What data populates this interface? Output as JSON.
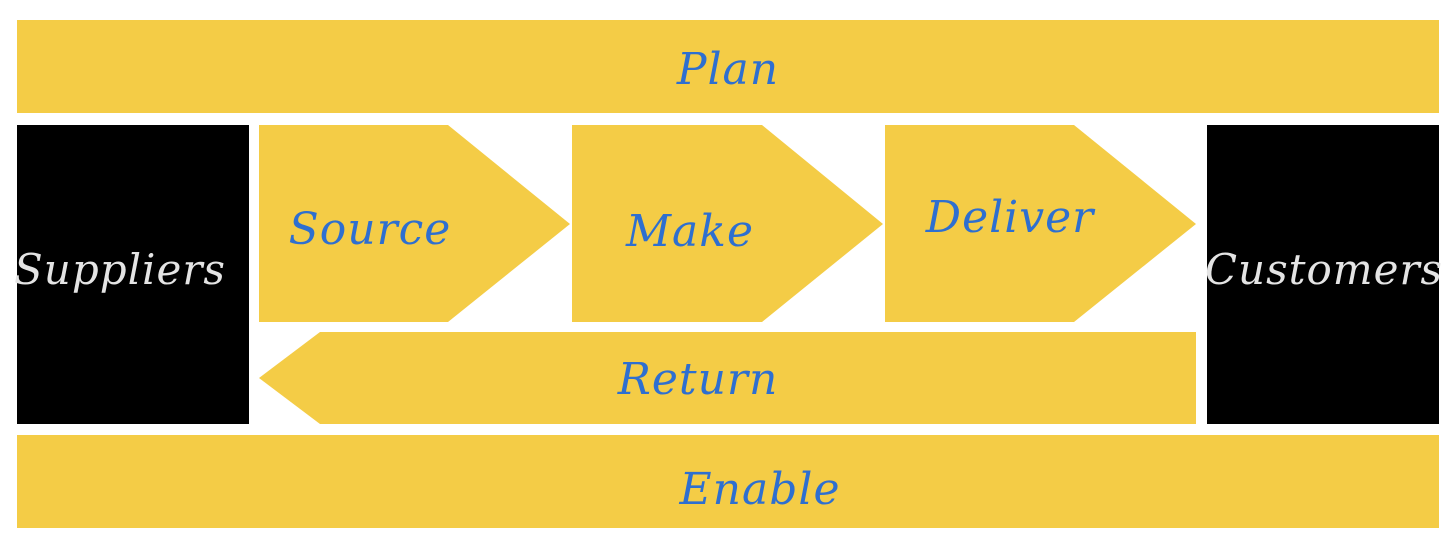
{
  "colors": {
    "block": "#F4CC46",
    "dark_block": "#000000",
    "label": "#2E6FD0",
    "dark_label": "#E4E4E4",
    "background": "#FFFFFF"
  },
  "plan": {
    "label": "Plan"
  },
  "suppliers": {
    "label": "Suppliers"
  },
  "source": {
    "label": "Source"
  },
  "make": {
    "label": "Make"
  },
  "deliver": {
    "label": "Deliver"
  },
  "customers": {
    "label": "Customers"
  },
  "return": {
    "label": "Return"
  },
  "enable": {
    "label": "Enable"
  }
}
